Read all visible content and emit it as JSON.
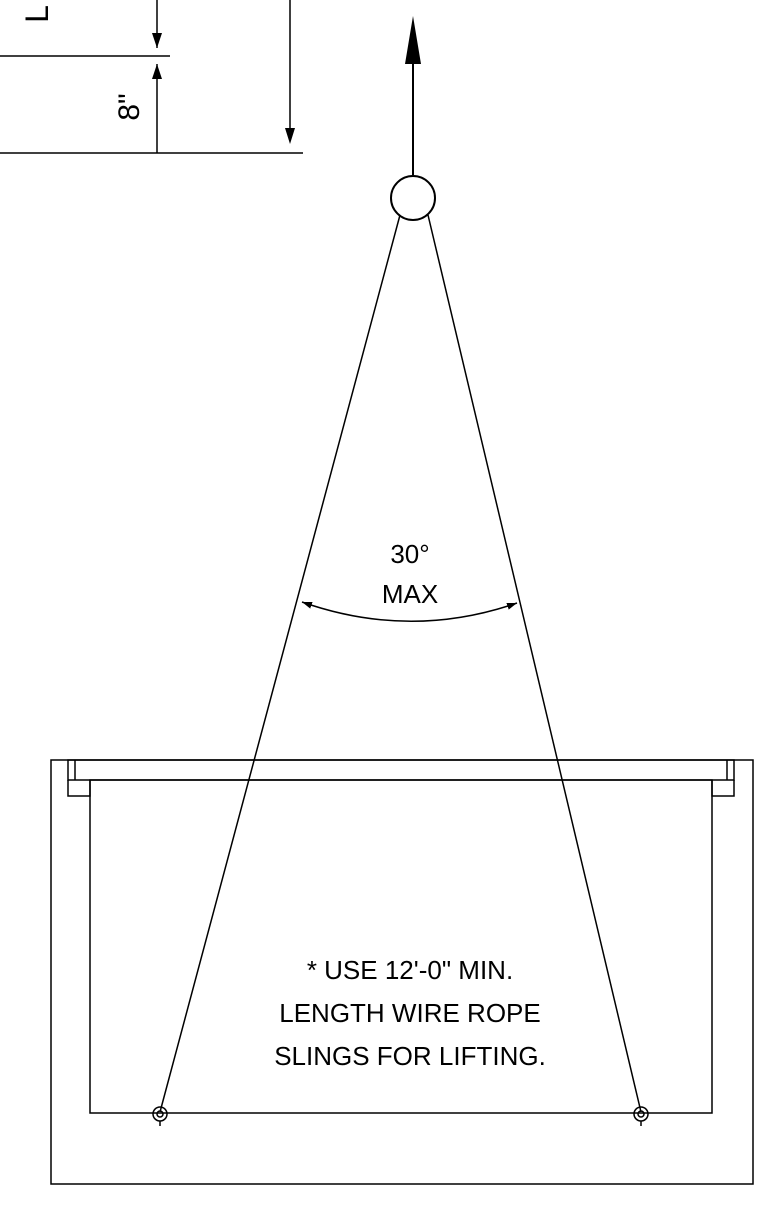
{
  "dimensions": {
    "clearance": "8\""
  },
  "angle_callout": {
    "angle": "30°",
    "qualifier": "MAX"
  },
  "note": {
    "lines": [
      "* USE 12'-0\" MIN.",
      "LENGTH WIRE ROPE",
      "SLINGS FOR LIFTING."
    ]
  },
  "cut_off_label": "L"
}
